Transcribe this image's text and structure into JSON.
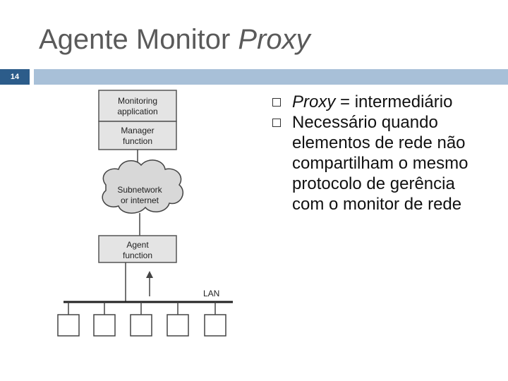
{
  "slide": {
    "title_plain": "Agente Monitor",
    "title_italic": "Proxy",
    "slide_number": "14"
  },
  "diagram": {
    "monitoring_line1": "Monitoring",
    "monitoring_line2": "application",
    "manager_line1": "Manager",
    "manager_line2": "function",
    "cloud_line1": "Subnetwork",
    "cloud_line2": "or internet",
    "agent_line1": "Agent",
    "agent_line2": "function",
    "lan_label": "LAN"
  },
  "bullets": [
    {
      "italic": "Proxy",
      "text": " = intermediário"
    },
    {
      "italic": "",
      "text": "Necessário quando elementos de rede não compartilham o mesmo protocolo de gerência com o monitor de rede"
    }
  ]
}
